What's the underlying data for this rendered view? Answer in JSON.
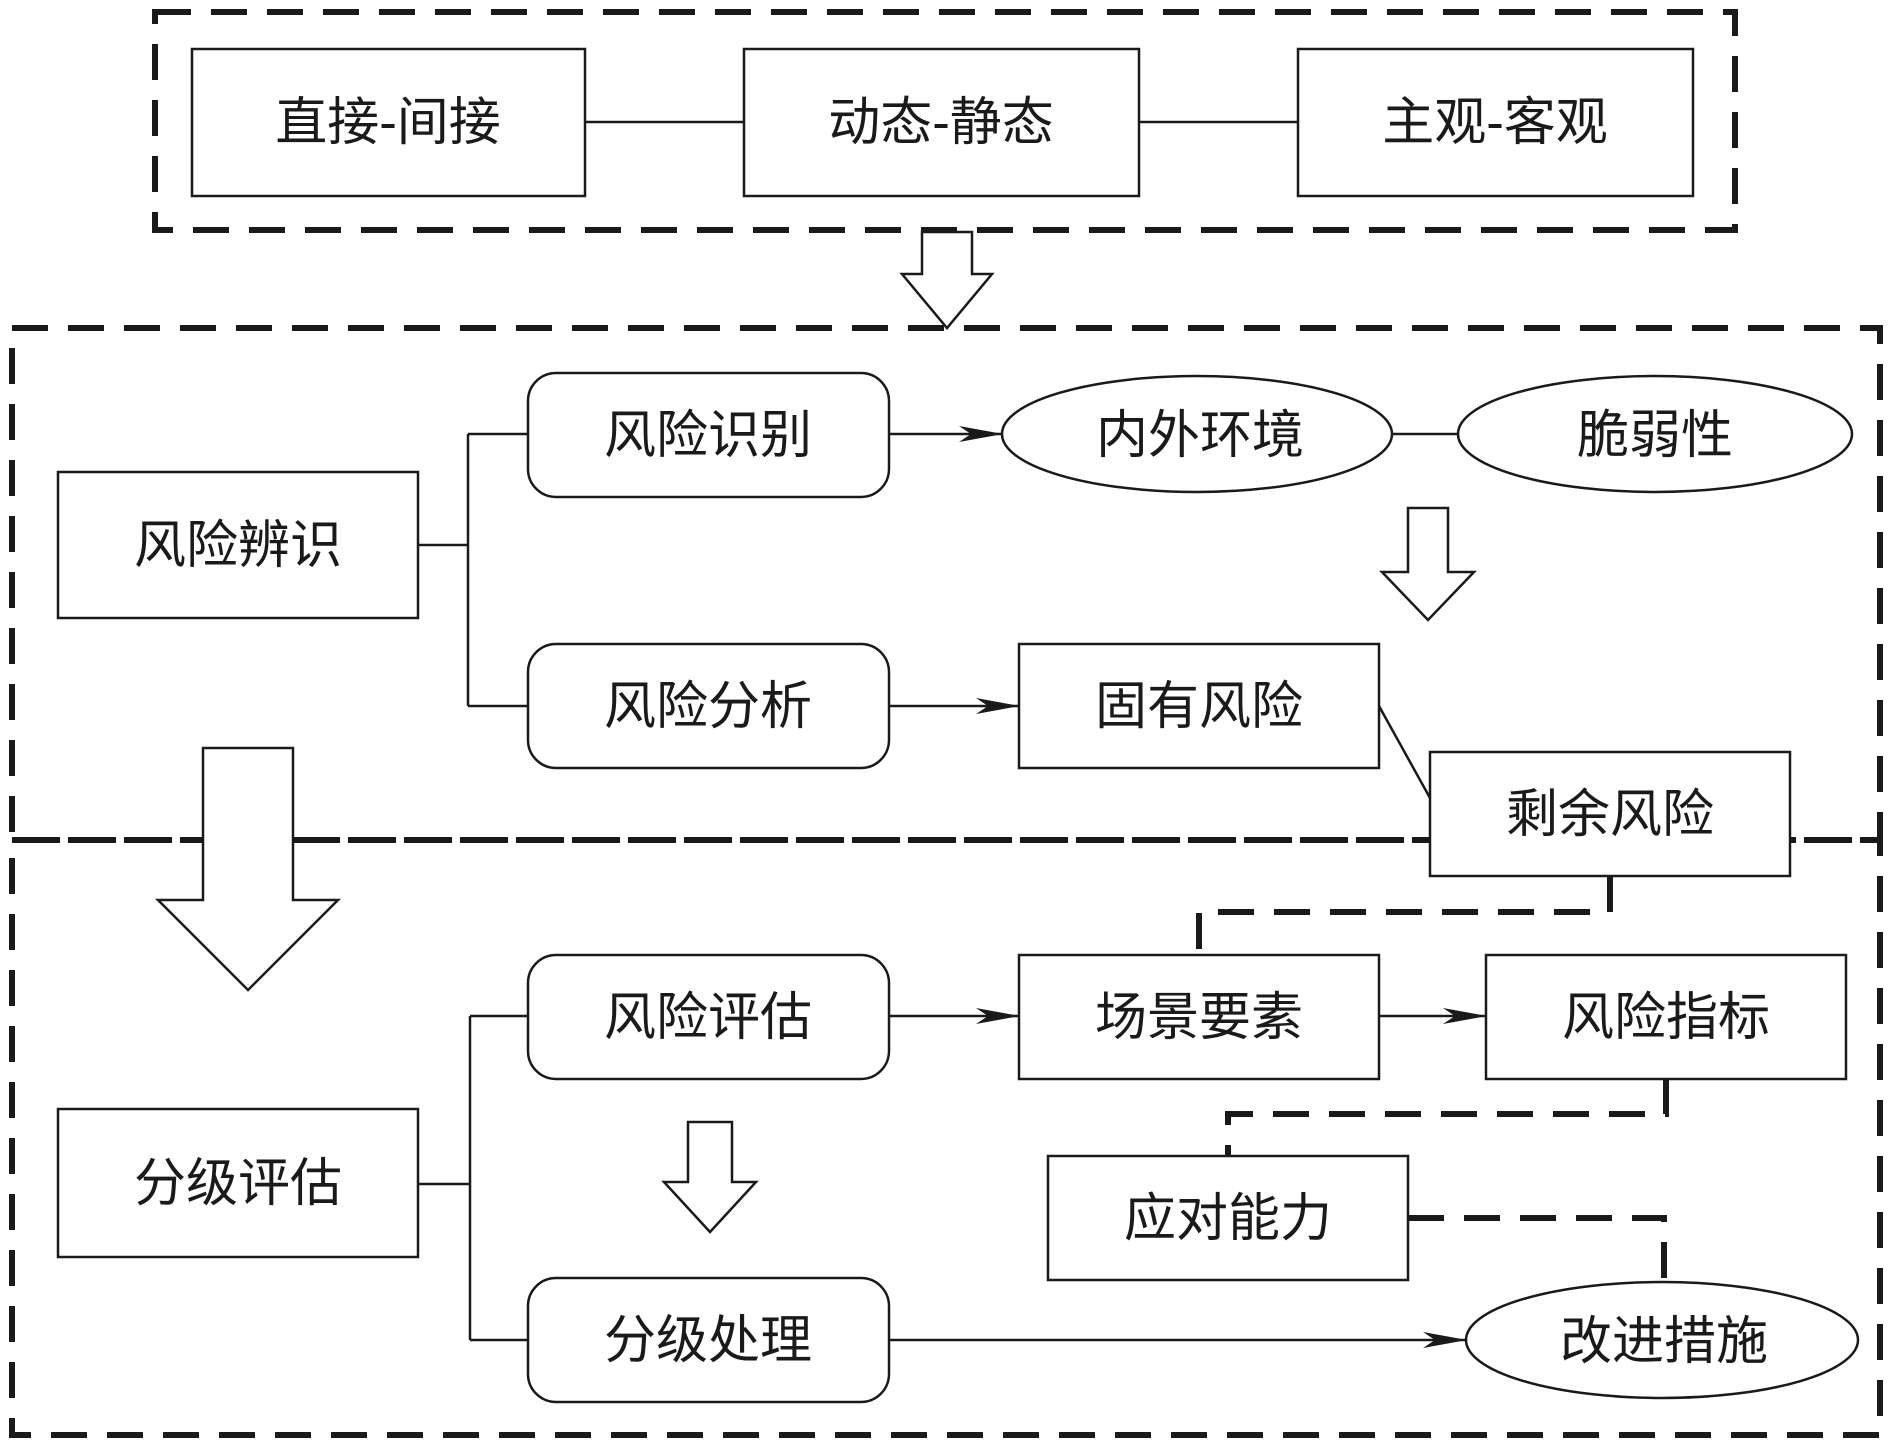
{
  "top_group": {
    "direct_indirect": "直接-间接",
    "dynamic_static": "动态-静态",
    "subjective_objective": "主观-客观"
  },
  "identification": {
    "main": "风险辨识",
    "risk_identify": "风险识别",
    "risk_analysis": "风险分析",
    "environment": "内外环境",
    "vulnerability": "脆弱性",
    "inherent_risk": "固有风险",
    "residual_risk": "剩余风险"
  },
  "assessment": {
    "main": "分级评估",
    "risk_evaluate": "风险评估",
    "graded_handling": "分级处理",
    "scenario_elements": "场景要素",
    "risk_indicators": "风险指标",
    "response_capacity": "应对能力",
    "improvement_measures": "改进措施"
  }
}
